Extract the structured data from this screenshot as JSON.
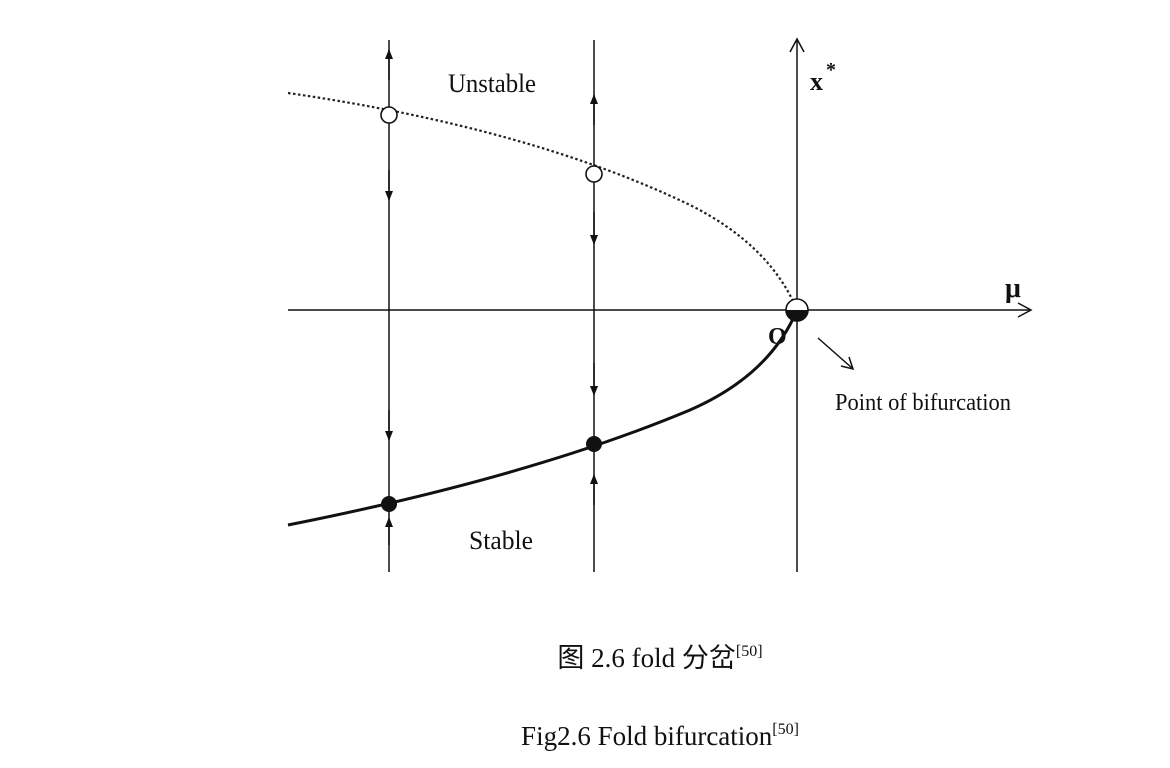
{
  "figure": {
    "labels": {
      "unstable": "Unstable",
      "stable": "Stable",
      "x_axis": "μ",
      "y_axis": "x",
      "y_axis_superscript": "*",
      "origin": "O",
      "bifurcation_point": "Point of bifurcation"
    },
    "branches": [
      {
        "name": "Unstable",
        "line_style": "dotted",
        "marker": "open circle"
      },
      {
        "name": "Stable",
        "line_style": "solid",
        "marker": "filled circle"
      }
    ],
    "colors": {
      "line": "#111111",
      "background": "#ffffff"
    }
  },
  "caption": {
    "chinese_prefix": "图 2.6 fold 分岔",
    "chinese_ref": "[50]",
    "english_prefix": "Fig2.6 Fold bifurcation",
    "english_ref": "[50]"
  }
}
